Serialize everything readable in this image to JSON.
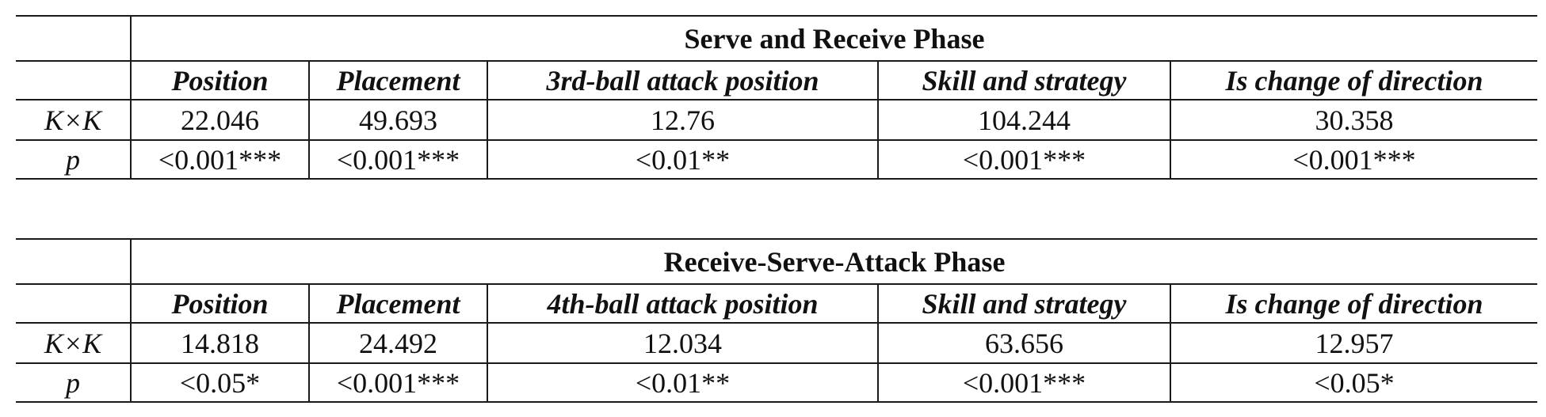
{
  "tables": [
    {
      "phase_title": "Serve and Receive Phase",
      "columns": [
        "Position",
        "Placement",
        "3rd-ball attack position",
        "Skill and strategy",
        "Is change of direction"
      ],
      "rows": [
        {
          "label": "K×K",
          "values": [
            "22.046",
            "49.693",
            "12.76",
            "104.244",
            "30.358"
          ]
        },
        {
          "label": "p",
          "values": [
            "<0.001***",
            "<0.001***",
            "<0.01**",
            "<0.001***",
            "<0.001***"
          ]
        }
      ]
    },
    {
      "phase_title": "Receive-Serve-Attack Phase",
      "columns": [
        "Position",
        "Placement",
        "4th-ball attack position",
        "Skill and strategy",
        "Is change of direction"
      ],
      "rows": [
        {
          "label": "K×K",
          "values": [
            "14.818",
            "24.492",
            "12.034",
            "63.656",
            "12.957"
          ]
        },
        {
          "label": "p",
          "values": [
            "<0.05*",
            "<0.001***",
            "<0.01**",
            "<0.001***",
            "<0.05*"
          ]
        }
      ]
    }
  ]
}
